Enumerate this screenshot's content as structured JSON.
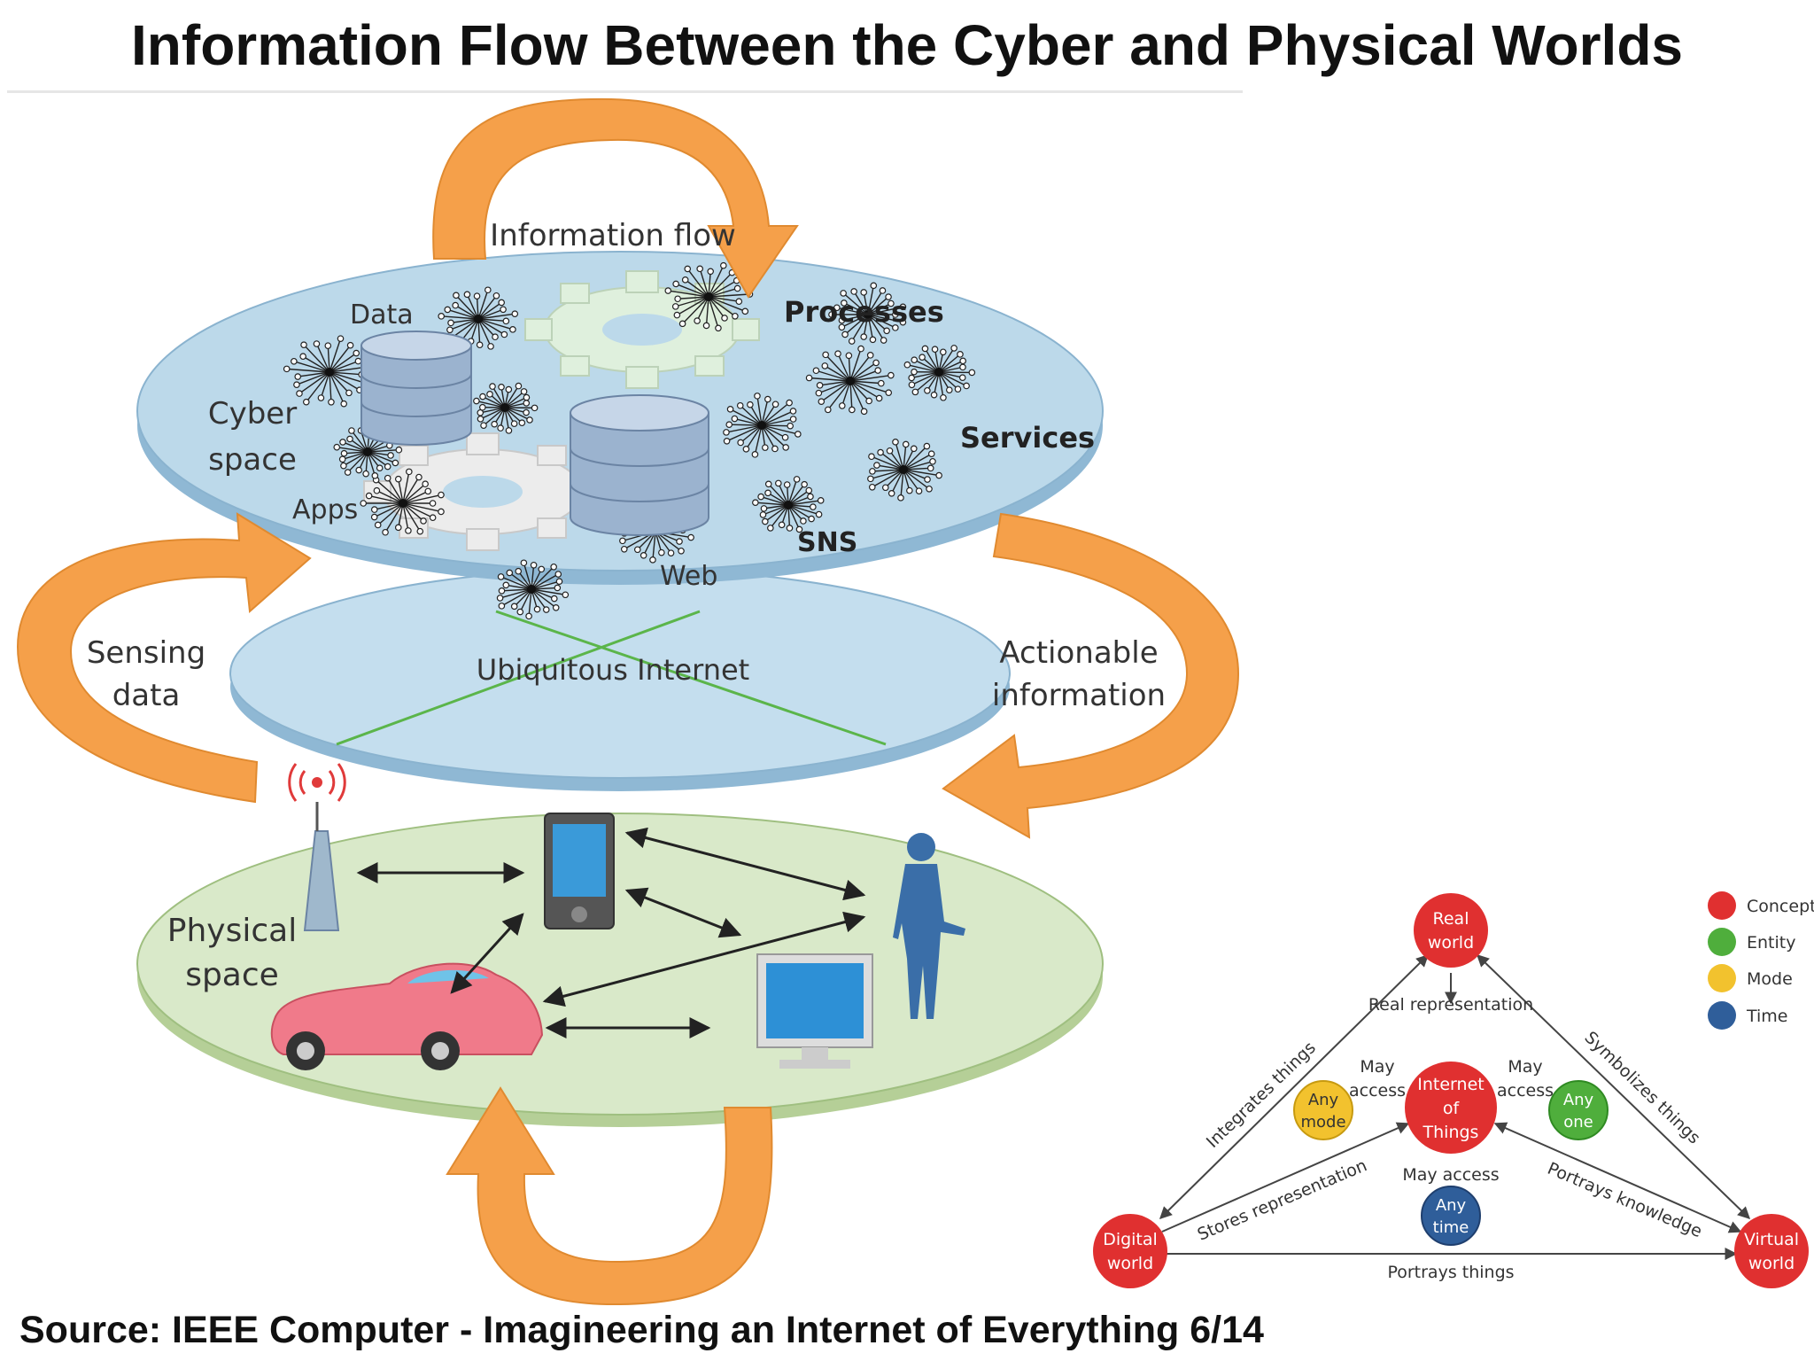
{
  "title": "Information Flow Between the Cyber and Physical Worlds",
  "source": "Source: IEEE Computer - Imagineering an Internet of Everything 6/14",
  "left_diagram": {
    "flow_labels": {
      "information_flow": "Information flow",
      "sensing_1": "Sensing",
      "sensing_2": "data",
      "actionable_1": "Actionable",
      "actionable_2": "information"
    },
    "cyber": {
      "label_1": "Cyber",
      "label_2": "space",
      "data": "Data",
      "processes": "Processes",
      "services": "Services",
      "apps": "Apps",
      "web": "Web",
      "sns": "SNS"
    },
    "middle": {
      "label": "Ubiquitous Internet"
    },
    "physical": {
      "label_1": "Physical",
      "label_2": "space"
    },
    "colors": {
      "arrow": "#f5a04a",
      "cyber_disc": "#bcd9ea",
      "middle_disc": "#c4deee",
      "physical_disc": "#d9e9c9",
      "figure": "#3a6ea8"
    }
  },
  "iot_diagram": {
    "nodes": {
      "real_1": "Real",
      "real_2": "world",
      "digital_1": "Digital",
      "digital_2": "world",
      "virtual_1": "Virtual",
      "virtual_2": "world",
      "iot_1": "Internet",
      "iot_2": "of",
      "iot_3": "Things",
      "mode_1": "Any",
      "mode_2": "mode",
      "one_1": "Any",
      "one_2": "one",
      "time_1": "Any",
      "time_2": "time"
    },
    "edges": {
      "real_representation": "Real representation",
      "integrates_things": "Integrates things",
      "symbolizes_things": "Symbolizes things",
      "stores_representation": "Stores representation",
      "portrays_knowledge": "Portrays knowledge",
      "portrays_things": "Portrays things",
      "may_1": "May",
      "access_1": "access",
      "may_2": "May",
      "access_2": "access",
      "may_access_3": "May access"
    },
    "legend": [
      "Concept",
      "Entity",
      "Mode",
      "Time"
    ],
    "colors": {
      "concept": "#e03030",
      "entity": "#4fae3c",
      "mode": "#f2c22e",
      "time": "#2f5e9a"
    }
  }
}
